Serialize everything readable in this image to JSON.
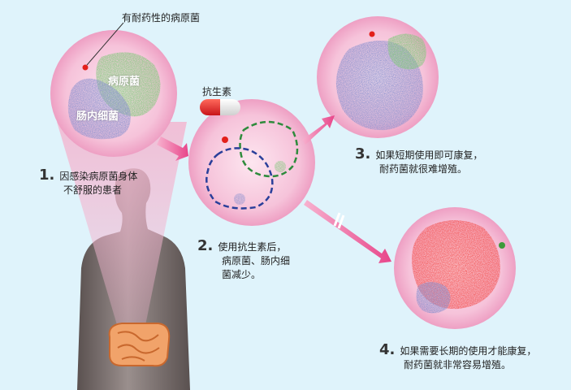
{
  "labels": {
    "resistant_bacteria": "有耐药性的病原菌",
    "pathogen": "病原菌",
    "gut_bacteria": "肠内细菌",
    "antibiotic": "抗生素"
  },
  "steps": [
    {
      "num": "1.",
      "lines": [
        "因感染病原菌身体",
        "不舒服的患者"
      ]
    },
    {
      "num": "2.",
      "lines": [
        "使用抗生素后，",
        "病原菌、肠内细",
        "菌减少。"
      ]
    },
    {
      "num": "3.",
      "lines": [
        "如果短期使用即可康复，",
        "耐药菌就很难增殖。"
      ]
    },
    {
      "num": "4.",
      "lines": [
        "如果需要长期的使用才能康复，",
        "耐药菌就非常容易增殖。"
      ]
    }
  ],
  "colors": {
    "background": "#dff3fb",
    "circle": "#f7c6dc",
    "pathogen": "#3e9a3a",
    "gut": "#4a50a8",
    "resistant": "#e3201b",
    "arrow": "#ea4f8c"
  },
  "icons": [
    "capsule-icon",
    "human-silhouette-icon",
    "intestine-icon"
  ]
}
